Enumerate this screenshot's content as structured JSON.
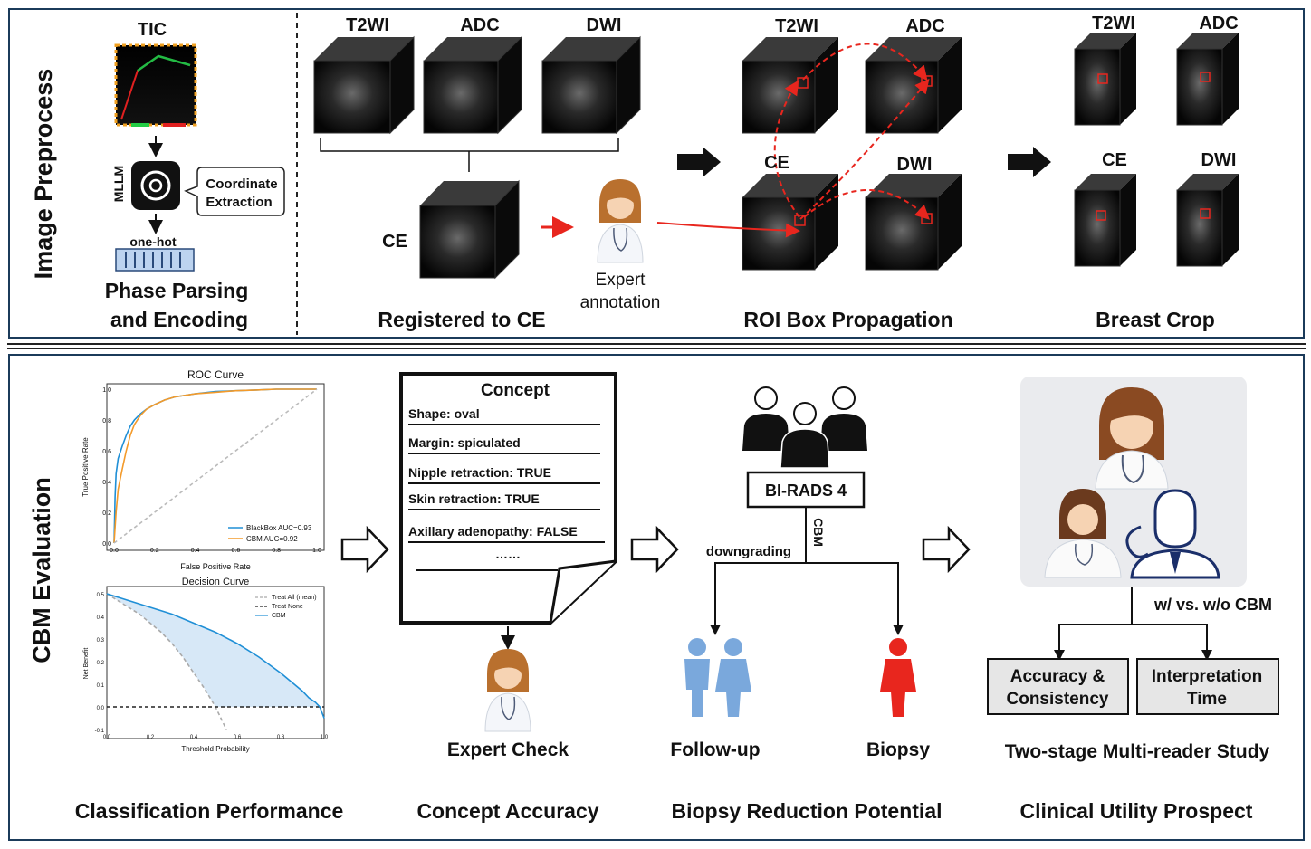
{
  "top": {
    "section_label": "Image Preprocess",
    "phase": {
      "tic_label": "TIC",
      "mllm_label": "MLLM",
      "callout": [
        "Coordinate",
        "Extraction"
      ],
      "onehot_label": "one-hot",
      "caption": [
        "Phase Parsing",
        "and Encoding"
      ]
    },
    "registered": {
      "t2wi": "T2WI",
      "adc": "ADC",
      "dwi": "DWI",
      "ce": "CE",
      "expert": [
        "Expert",
        "annotation"
      ],
      "caption": "Registered to CE"
    },
    "roi": {
      "t2wi": "T2WI",
      "adc": "ADC",
      "ce": "CE",
      "dwi": "DWI",
      "caption": "ROI Box Propagation"
    },
    "crop": {
      "t2wi": "T2WI",
      "adc": "ADC",
      "ce": "CE",
      "dwi": "DWI",
      "caption": "Breast Crop"
    }
  },
  "bottom": {
    "section_label": "CBM Evaluation",
    "roc": {
      "title": "ROC Curve",
      "xlabel": "False Positive Rate",
      "ylabel": "True Positive Rate",
      "xticks": [
        "0.0",
        "0.2",
        "0.4",
        "0.6",
        "0.8",
        "1.0"
      ],
      "yticks": [
        "0.0",
        "0.2",
        "0.4",
        "0.6",
        "0.8",
        "1.0"
      ],
      "legend": [
        "BlackBox  AUC=0.93",
        "CBM  AUC=0.92"
      ]
    },
    "dca": {
      "title": "Decision Curve",
      "xlabel": "Threshold Probability",
      "ylabel": "Net Benefit",
      "xticks": [
        "0.0",
        "0.2",
        "0.4",
        "0.6",
        "0.8",
        "1.0"
      ],
      "yticks": [
        "0.5",
        "0.4",
        "0.3",
        "0.2",
        "0.1",
        "0.0",
        "-0.1"
      ],
      "legend": [
        "Treat All (mean)",
        "Treat None",
        "CBM"
      ]
    },
    "concept": {
      "title": "Concept",
      "items": [
        "Shape: oval",
        "Margin: spiculated",
        "Nipple retraction: TRUE",
        "Skin retraction: TRUE",
        "Axillary adenopathy: FALSE",
        "……"
      ],
      "check_label": "Expert Check"
    },
    "biopsy": {
      "birads": "BI-RADS 4",
      "cbm": "CBM",
      "downgrading": "downgrading",
      "followup": "Follow-up",
      "biopsy": "Biopsy"
    },
    "clinical": {
      "compare": "w/ vs. w/o CBM",
      "box1": [
        "Accuracy &",
        "Consistency"
      ],
      "box2": [
        "Interpretation",
        "Time"
      ],
      "study": "Two-stage Multi-reader Study"
    },
    "captions": [
      "Classification Performance",
      "Concept Accuracy",
      "Biopsy Reduction Potential",
      "Clinical Utility Prospect"
    ]
  },
  "chart_data": [
    {
      "type": "line",
      "title": "ROC Curve",
      "xlabel": "False Positive Rate",
      "ylabel": "True Positive Rate",
      "xlim": [
        0,
        1
      ],
      "ylim": [
        0,
        1
      ],
      "series": [
        {
          "name": "BlackBox  AUC=0.93",
          "color": "#1f8fd6",
          "x": [
            0,
            0.005,
            0.01,
            0.02,
            0.04,
            0.06,
            0.08,
            0.1,
            0.13,
            0.16,
            0.2,
            0.25,
            0.3,
            0.4,
            0.5,
            0.6,
            0.7,
            0.8,
            0.9,
            1.0
          ],
          "y": [
            0,
            0.3,
            0.45,
            0.55,
            0.63,
            0.7,
            0.76,
            0.8,
            0.84,
            0.87,
            0.9,
            0.93,
            0.95,
            0.97,
            0.985,
            0.99,
            0.995,
            1.0,
            1.0,
            1.0
          ]
        },
        {
          "name": "CBM  AUC=0.92",
          "color": "#f39a2a",
          "x": [
            0,
            0.01,
            0.02,
            0.04,
            0.06,
            0.08,
            0.1,
            0.13,
            0.16,
            0.2,
            0.25,
            0.3,
            0.4,
            0.5,
            0.6,
            0.7,
            0.8,
            0.9,
            1.0
          ],
          "y": [
            0,
            0.2,
            0.35,
            0.48,
            0.6,
            0.7,
            0.77,
            0.83,
            0.87,
            0.9,
            0.93,
            0.95,
            0.97,
            0.98,
            0.99,
            0.995,
            1.0,
            1.0,
            1.0
          ]
        },
        {
          "name": "",
          "color": "#bbbbbb",
          "dashed": true,
          "x": [
            0,
            1
          ],
          "y": [
            0,
            1
          ]
        }
      ],
      "legend_position": "bottom-right"
    },
    {
      "type": "line",
      "title": "Decision Curve",
      "xlabel": "Threshold Probability",
      "ylabel": "Net Benefit",
      "xlim": [
        0,
        1
      ],
      "ylim": [
        -0.1,
        0.5
      ],
      "series": [
        {
          "name": "Treat All (mean)",
          "color": "#aaaaaa",
          "dashed": true,
          "x": [
            0,
            0.05,
            0.1,
            0.15,
            0.2,
            0.25,
            0.3,
            0.35,
            0.4,
            0.45,
            0.5,
            0.55
          ],
          "y": [
            0.5,
            0.47,
            0.44,
            0.41,
            0.37,
            0.33,
            0.28,
            0.22,
            0.15,
            0.08,
            0.0,
            -0.1
          ]
        },
        {
          "name": "Treat None",
          "color": "#222222",
          "dashed": true,
          "x": [
            0,
            1
          ],
          "y": [
            0,
            0
          ]
        },
        {
          "name": "CBM",
          "color": "#1f8fd6",
          "x": [
            0,
            0.1,
            0.2,
            0.3,
            0.4,
            0.5,
            0.6,
            0.7,
            0.8,
            0.85,
            0.9,
            0.93,
            0.96,
            0.98,
            1.0
          ],
          "y": [
            0.5,
            0.47,
            0.44,
            0.41,
            0.37,
            0.33,
            0.28,
            0.22,
            0.15,
            0.11,
            0.07,
            0.04,
            0.02,
            0.0,
            -0.05
          ]
        }
      ],
      "legend_position": "top-right"
    }
  ]
}
